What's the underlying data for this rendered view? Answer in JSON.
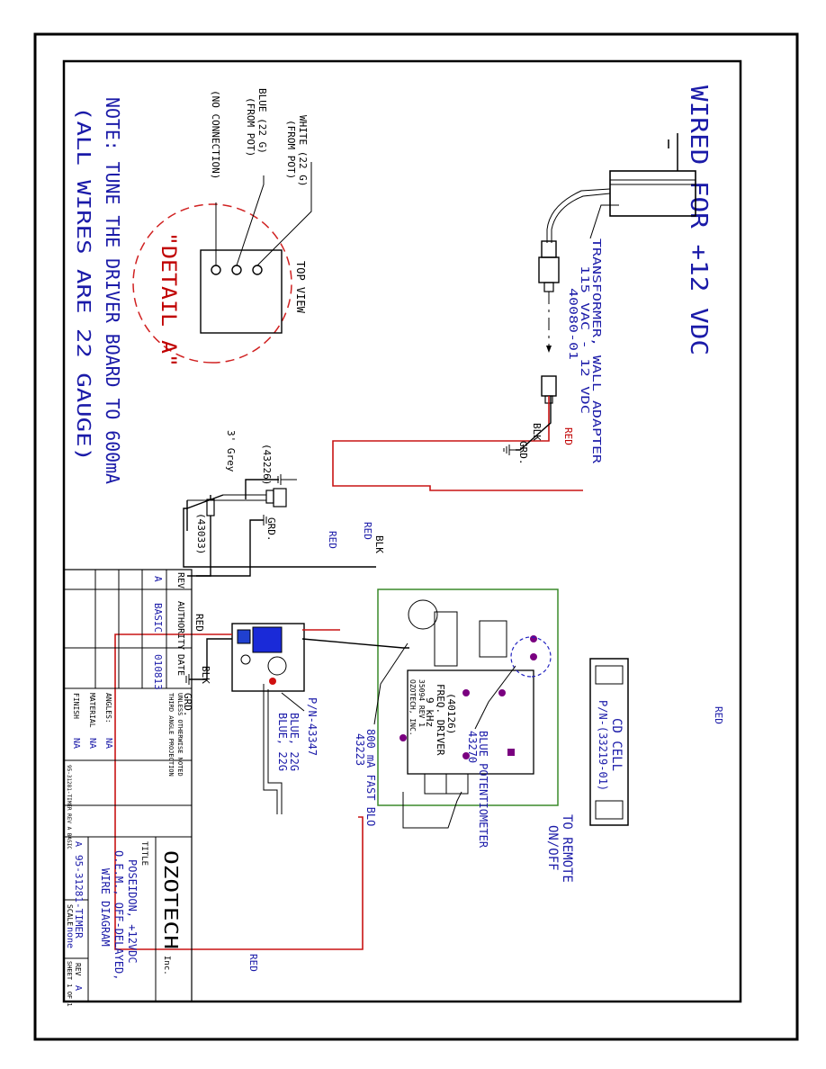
{
  "title": "WIRED FOR +12 VDC",
  "note_line1": "NOTE: TUNE THE DRIVER BOARD TO 600mA",
  "note_line2": "(ALL WIRES ARE 22 GAUGE)",
  "detail_label": "\"DETAIL A\"",
  "top_view": "TOP VIEW",
  "white_wire_1": "WHITE (22 G)",
  "white_wire_2": "(FROM POT)",
  "blue_wire_1": "BLUE (22 G)",
  "blue_wire_2": "(FROM POT)",
  "no_connection": "(NO CONNECTION)",
  "transformer_1": "TRANSFORMER, WALL ADAPTER",
  "transformer_2": "115 VAC - 12 VDC",
  "transformer_3": "40080-01",
  "red_label": "RED",
  "blk_label": "BLK",
  "grd_label": "GRD.",
  "led_pn": "(43226)",
  "grey_label": "3' Grey",
  "resistor_pn": "(43033)",
  "fuse_1": "800 mA FAST BLO",
  "fuse_2": "43223",
  "driver_1": "(40126)",
  "driver_2": "FREQ. DRIVER",
  "driver_3": "9 kHz",
  "board_mark_1": "OZOTECH, INC.",
  "board_mark_2": "35094 REV 1",
  "pot_1": "BLUE POTENTIOMETER",
  "pot_2": "43270",
  "cd_1": "CD CELL",
  "cd_2": "P/N-(33219-01)",
  "timer_pn": "P/N-43347",
  "blue_22g": "BLUE, 22G",
  "remote_1": "TO REMOTE",
  "remote_2": "ON/OFF",
  "tb": {
    "rev_header": "REV",
    "authority_header": "AUTHORITY",
    "date_header": "DATE",
    "rev": "A",
    "authority": "BASIC",
    "date": "010813",
    "company": "OZOTECH",
    "company_suffix": "Inc.",
    "title_label": "TITLE",
    "title_1": "POSEIDON, +12VDC",
    "title_2": "O.E.M., OFF-DELAYED,",
    "title_3": "WIRE DIAGRAM",
    "size": "A",
    "dwg": "95-31281-TIMER",
    "rev_label": "REV",
    "rev_val": "A",
    "scale_label": "SCALE",
    "scale": "none",
    "sheet": "SHEET 1 OF 1",
    "angles": "ANGLES:",
    "angles_val": "NA",
    "material": "MATERIAL",
    "material_val": "NA",
    "finish": "FINISH",
    "finish_val": "NA",
    "tol_1": "UNLESS OTHERWISE NOTED",
    "tol_2": "THIRD ANGLE PROJECTION",
    "footer": "95-31281-TIMER REV A BASIC"
  }
}
